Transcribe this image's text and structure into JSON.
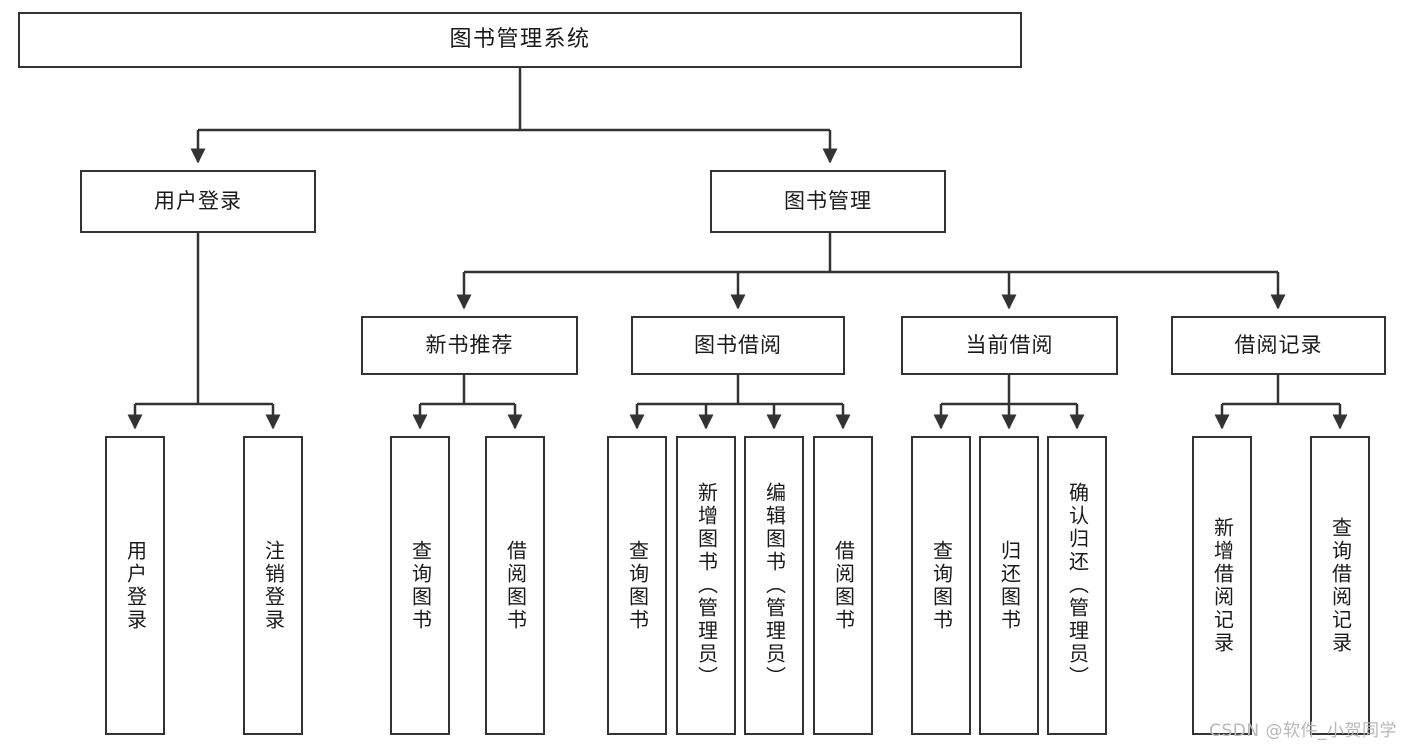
{
  "diagram": {
    "title": "图书管理系统",
    "type": "tree",
    "colors": {
      "box_border": "#333333",
      "box_fill": "#ffffff",
      "edge": "#333333",
      "text": "#1a1a1a",
      "watermark": "#b8b8b8",
      "background": "#ffffff"
    },
    "watermark": "CSDN @软件_小贺同学",
    "root": {
      "id": "root",
      "label": "图书管理系统"
    },
    "level2": [
      {
        "id": "user-login",
        "label": "用户登录"
      },
      {
        "id": "book-manage",
        "label": "图书管理"
      }
    ],
    "level3": [
      {
        "id": "new-book-recommend",
        "label": "新书推荐",
        "parent": "book-manage"
      },
      {
        "id": "book-borrow",
        "label": "图书借阅",
        "parent": "book-manage"
      },
      {
        "id": "current-borrow",
        "label": "当前借阅",
        "parent": "book-manage"
      },
      {
        "id": "borrow-record",
        "label": "借阅记录",
        "parent": "book-manage"
      }
    ],
    "leaves": [
      {
        "id": "leaf-user-login",
        "label": "用户登录",
        "parent": "user-login"
      },
      {
        "id": "leaf-logout-login",
        "label": "注销登录",
        "parent": "user-login"
      },
      {
        "id": "leaf-query-book-1",
        "label": "查询图书",
        "parent": "new-book-recommend"
      },
      {
        "id": "leaf-borrow-book-1",
        "label": "借阅图书",
        "parent": "new-book-recommend"
      },
      {
        "id": "leaf-query-book-2",
        "label": "查询图书",
        "parent": "book-borrow"
      },
      {
        "id": "leaf-add-book",
        "label": "新增图书（管理员）",
        "parent": "book-borrow"
      },
      {
        "id": "leaf-edit-book",
        "label": "编辑图书（管理员）",
        "parent": "book-borrow"
      },
      {
        "id": "leaf-borrow-book-2",
        "label": "借阅图书",
        "parent": "book-borrow"
      },
      {
        "id": "leaf-query-book-3",
        "label": "查询图书",
        "parent": "current-borrow"
      },
      {
        "id": "leaf-return-book",
        "label": "归还图书",
        "parent": "current-borrow"
      },
      {
        "id": "leaf-confirm-return",
        "label": "确认归还（管理员）",
        "parent": "current-borrow"
      },
      {
        "id": "leaf-add-record",
        "label": "新增借阅记录",
        "parent": "borrow-record"
      },
      {
        "id": "leaf-query-record",
        "label": "查询借阅记录",
        "parent": "borrow-record"
      }
    ]
  }
}
